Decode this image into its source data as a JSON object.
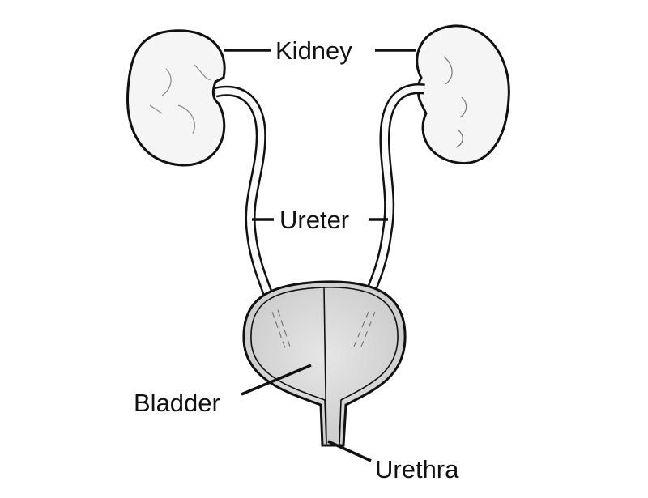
{
  "labels": {
    "kidney": "Kidney",
    "ureter": "Ureter",
    "bladder": "Bladder",
    "urethra": "Urethra"
  },
  "colors": {
    "outline": "#111111",
    "bladder_fill": "#dcdcdc",
    "kidney_fill": "#f6f6f6"
  }
}
